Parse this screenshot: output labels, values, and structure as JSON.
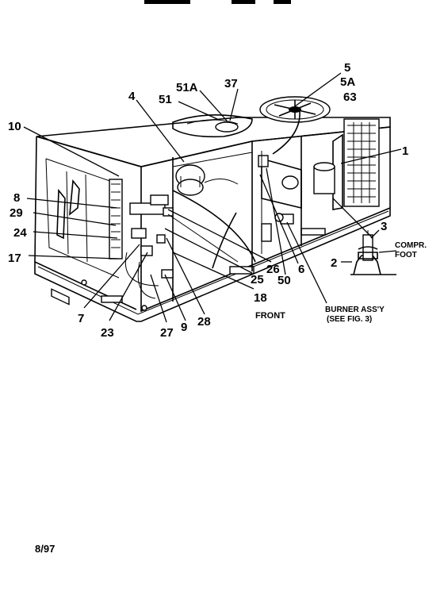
{
  "header_fragment": "",
  "callouts": {
    "n5": "5",
    "n5a": "5A",
    "n63": "63",
    "n37": "37",
    "n51a": "51A",
    "n51": "51",
    "n4": "4",
    "n10": "10",
    "n1": "1",
    "n8": "8",
    "n29": "29",
    "n24": "24",
    "n17": "17",
    "n3": "3",
    "n2": "2",
    "n26": "26",
    "n25": "25",
    "n6": "6",
    "n50": "50",
    "n18": "18",
    "n7": "7",
    "n23": "23",
    "n27": "27",
    "n9": "9",
    "n28": "28"
  },
  "notes": {
    "compr_line1": "COMPR.",
    "compr_line2": "FOOT",
    "burner_line1": "BURNER ASS'Y",
    "burner_line2": "(SEE FIG. 3)",
    "front": "FRONT"
  },
  "footer": {
    "date": "8/97"
  }
}
